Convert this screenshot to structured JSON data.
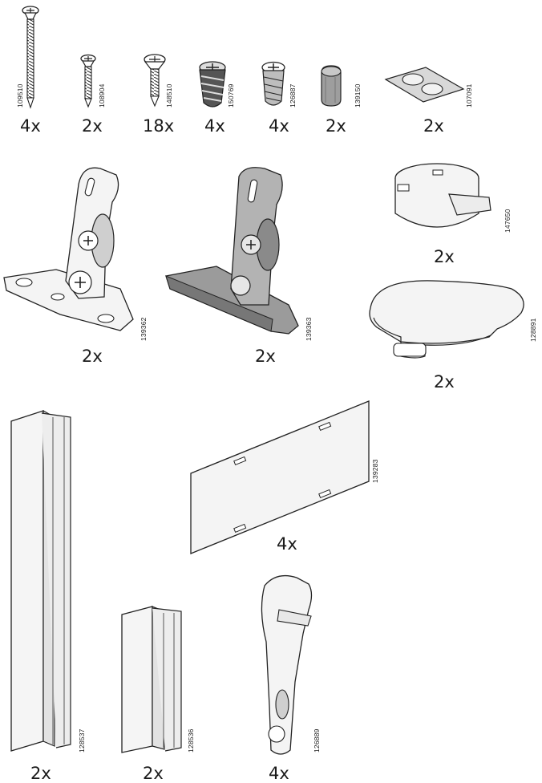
{
  "parts": [
    {
      "id": "109510",
      "qty": "4x",
      "icon": "long-wood-screw-icon"
    },
    {
      "id": "108904",
      "qty": "2x",
      "icon": "short-wood-screw-icon"
    },
    {
      "id": "148510",
      "qty": "18x",
      "icon": "flat-head-screw-icon"
    },
    {
      "id": "150769",
      "qty": "4x",
      "icon": "threaded-insert-screw-icon"
    },
    {
      "id": "126887",
      "qty": "4x",
      "icon": "expansion-dowel-screw-icon"
    },
    {
      "id": "139150",
      "qty": "2x",
      "icon": "wooden-dowel-icon"
    },
    {
      "id": "107091",
      "qty": "2x",
      "icon": "adhesive-pads-icon"
    },
    {
      "id": "139362",
      "qty": "2x",
      "icon": "hinge-bracket-icon"
    },
    {
      "id": "139363",
      "qty": "2x",
      "icon": "hinge-bracket-grey-icon"
    },
    {
      "id": "147650",
      "qty": "2x",
      "icon": "round-connector-cap-icon"
    },
    {
      "id": "128891",
      "qty": "2x",
      "icon": "rounded-foot-pad-icon"
    },
    {
      "id": "128537",
      "qty": "2x",
      "icon": "long-channel-rail-icon"
    },
    {
      "id": "139283",
      "qty": "4x",
      "icon": "flat-panel-plate-icon"
    },
    {
      "id": "128536",
      "qty": "2x",
      "icon": "short-channel-rail-icon"
    },
    {
      "id": "126889",
      "qty": "4x",
      "icon": "clip-hook-icon"
    }
  ]
}
